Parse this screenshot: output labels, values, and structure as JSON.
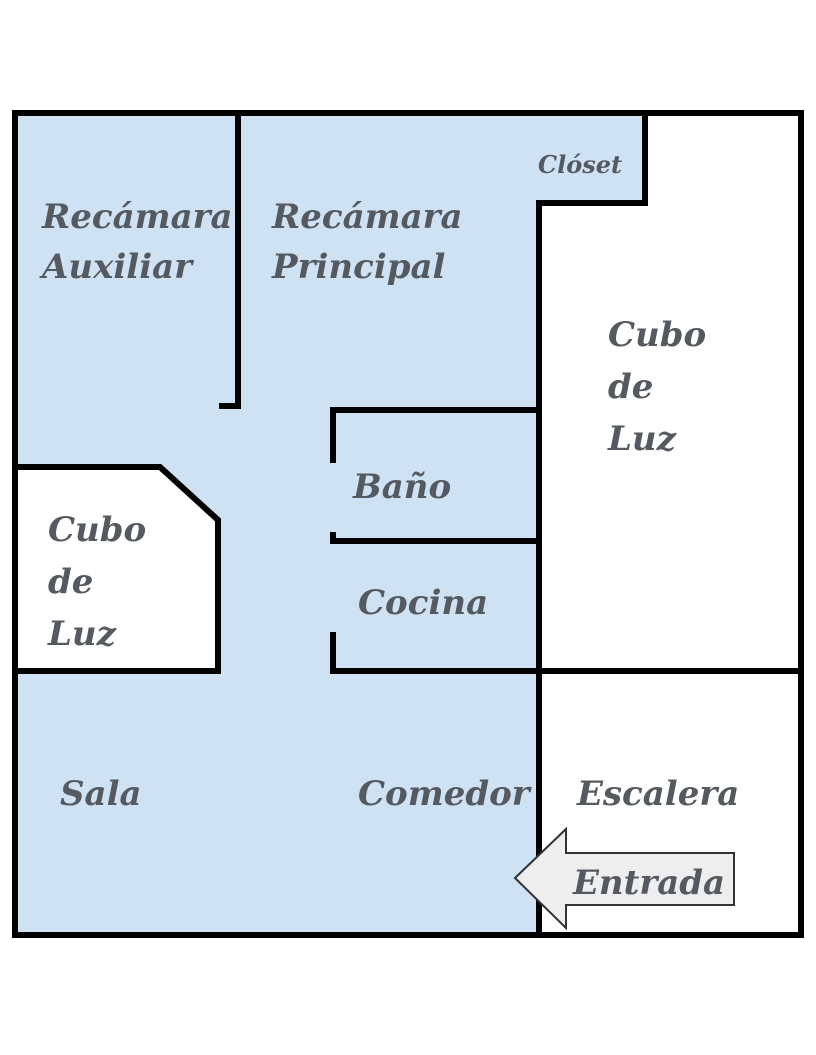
{
  "colors": {
    "interior_fill": "#cfe2f3",
    "exterior_fill": "#ffffff",
    "wall": "#000000",
    "label": "#555a60",
    "arrow_fill": "#eeeeee",
    "arrow_stroke": "#333333"
  },
  "rooms": {
    "recamara_auxiliar": {
      "line1": "Recámara",
      "line2": "Auxiliar"
    },
    "recamara_principal": {
      "line1": "Recámara",
      "line2": "Principal"
    },
    "closet": {
      "label": "Clóset"
    },
    "cubo_luz_right": {
      "line1": "Cubo",
      "line2": "de",
      "line3": "Luz"
    },
    "cubo_luz_left": {
      "line1": "Cubo",
      "line2": "de",
      "line3": "Luz"
    },
    "bano": {
      "label": "Baño"
    },
    "cocina": {
      "label": "Cocina"
    },
    "sala": {
      "label": "Sala"
    },
    "comedor": {
      "label": "Comedor"
    },
    "escalera": {
      "label": "Escalera"
    }
  },
  "entrance": {
    "label": "Entrada",
    "icon": "arrow-left-icon"
  }
}
